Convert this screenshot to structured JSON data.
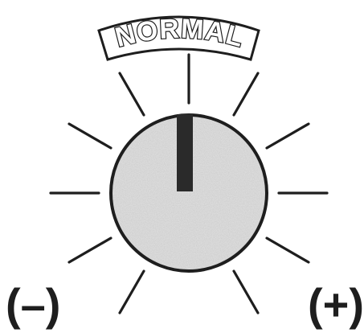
{
  "dial": {
    "setting_label": "NORMAL",
    "minus_label": "(–)",
    "plus_label": "(+)",
    "pointer_setting": "NORMAL",
    "tick_count": 11
  },
  "colors": {
    "ink": "#1e1e1e",
    "knob_fill": "#d9d9d9",
    "paper": "#ffffff"
  }
}
